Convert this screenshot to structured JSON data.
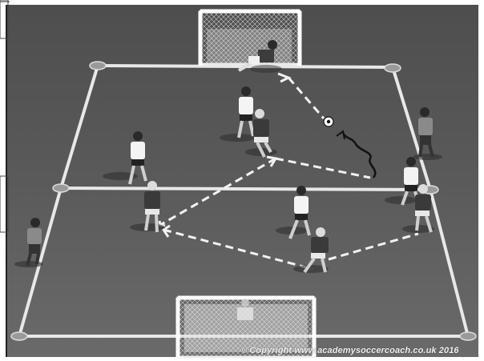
{
  "image": {
    "style": "grayscale",
    "scene": "soccer drill"
  },
  "copyright": "© Copyright www.academysoccercoach.co.uk 2016",
  "colors": {
    "pitch": "#5e5e5e",
    "lines": "#e8e8e8",
    "attacker_shirt": "#f4f4f4",
    "defender_shirt": "#3a3a3a"
  }
}
